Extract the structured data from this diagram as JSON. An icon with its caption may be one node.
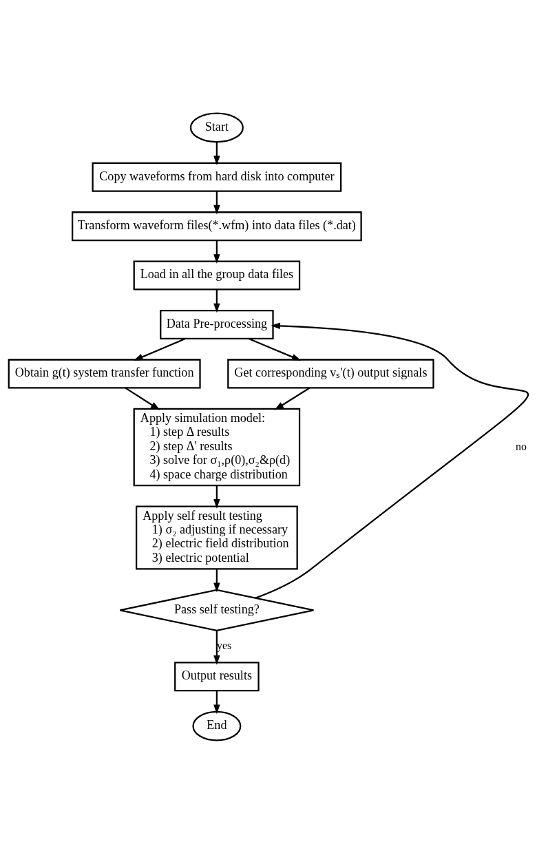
{
  "diagram": {
    "nodes": [
      {
        "text": [
          "Start"
        ]
      },
      {
        "text": [
          "Copy waveforms from hard disk into computer"
        ]
      },
      {
        "text": [
          "Transform waveform files(*.wfm) into data files (*.dat)"
        ]
      },
      {
        "text": [
          "Load in all the group data files"
        ]
      },
      {
        "text": [
          "Data Pre-processing"
        ]
      },
      {
        "text": [
          "Obtain g(t) system transfer function"
        ]
      },
      {
        "text": [
          "Get corresponding vₛ'(t) output signals"
        ]
      },
      {
        "text": [
          "Apply simulation model:",
          "1) step Δ results",
          "2) step Δ' results",
          "3) solve for σ₁,ρ(0),σ₂&ρ(d)",
          "4) space charge distribution"
        ]
      },
      {
        "text": [
          "Apply self result testing",
          "1) σ₂ adjusting if necessary",
          "2) electric field distribution",
          "3) electric potential"
        ]
      },
      {
        "text": [
          "Pass self testing?"
        ]
      },
      {
        "text": [
          "Output results"
        ]
      },
      {
        "text": [
          "End"
        ]
      }
    ],
    "edges": [
      {
        "from": 0,
        "to": 1,
        "arrow": "to"
      },
      {
        "from": 1,
        "to": 2,
        "arrow": "to"
      },
      {
        "from": 2,
        "to": 3,
        "arrow": "to"
      },
      {
        "from": 3,
        "to": 4,
        "arrow": "to"
      },
      {
        "from": 4,
        "to": 5,
        "arrow": "to"
      },
      {
        "from": 4,
        "to": 6,
        "arrow": "to"
      },
      {
        "from": 5,
        "to": 7,
        "arrow": "to"
      },
      {
        "from": 6,
        "to": 7,
        "arrow": "to"
      },
      {
        "from": 7,
        "to": 8,
        "arrow": "to"
      },
      {
        "from": 8,
        "to": 9,
        "arrow": "to"
      },
      {
        "from": 9,
        "to": 4,
        "arrow": "to",
        "label": "no"
      },
      {
        "from": 9,
        "to": 10,
        "arrow": "to",
        "label": "yes"
      },
      {
        "from": 10,
        "to": 11,
        "arrow": "to"
      }
    ]
  }
}
